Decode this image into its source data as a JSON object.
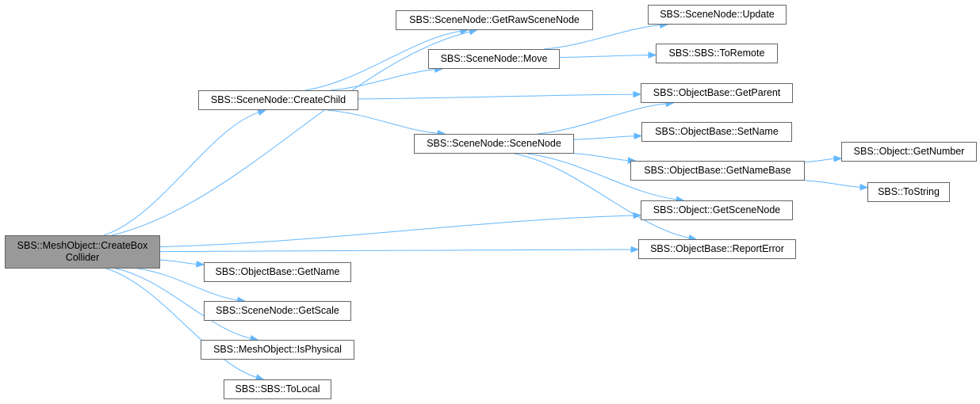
{
  "colors": {
    "edge": "#63b8ff",
    "node_border": "#666666",
    "root_fill": "#999999",
    "node_fill": "#ffffff"
  },
  "nodes": {
    "root": "SBS::MeshObject::CreateBox\nCollider",
    "getRawSceneNode": "SBS::SceneNode::GetRawSceneNode",
    "createChild": "SBS::SceneNode::CreateChild",
    "move": "SBS::SceneNode::Move",
    "update": "SBS::SceneNode::Update",
    "toRemote": "SBS::SBS::ToRemote",
    "getParent": "SBS::ObjectBase::GetParent",
    "sceneNodeCtor": "SBS::SceneNode::SceneNode",
    "setName": "SBS::ObjectBase::SetName",
    "getNameBase": "SBS::ObjectBase::GetNameBase",
    "getNumber": "SBS::Object::GetNumber",
    "toString": "SBS::ToString",
    "getSceneNode": "SBS::Object::GetSceneNode",
    "reportError": "SBS::ObjectBase::ReportError",
    "getName": "SBS::ObjectBase::GetName",
    "getScale": "SBS::SceneNode::GetScale",
    "isPhysical": "SBS::MeshObject::IsPhysical",
    "toLocal": "SBS::SBS::ToLocal"
  },
  "edges": [
    [
      "root",
      "getRawSceneNode"
    ],
    [
      "root",
      "createChild"
    ],
    [
      "root",
      "getSceneNode"
    ],
    [
      "root",
      "reportError"
    ],
    [
      "root",
      "getName"
    ],
    [
      "root",
      "getScale"
    ],
    [
      "root",
      "isPhysical"
    ],
    [
      "root",
      "toLocal"
    ],
    [
      "createChild",
      "getRawSceneNode"
    ],
    [
      "createChild",
      "move"
    ],
    [
      "createChild",
      "getParent"
    ],
    [
      "createChild",
      "sceneNodeCtor"
    ],
    [
      "move",
      "update"
    ],
    [
      "move",
      "toRemote"
    ],
    [
      "sceneNodeCtor",
      "getParent"
    ],
    [
      "sceneNodeCtor",
      "setName"
    ],
    [
      "sceneNodeCtor",
      "getNameBase"
    ],
    [
      "sceneNodeCtor",
      "getSceneNode"
    ],
    [
      "sceneNodeCtor",
      "reportError"
    ],
    [
      "getNameBase",
      "getNumber"
    ],
    [
      "getNameBase",
      "toString"
    ]
  ]
}
